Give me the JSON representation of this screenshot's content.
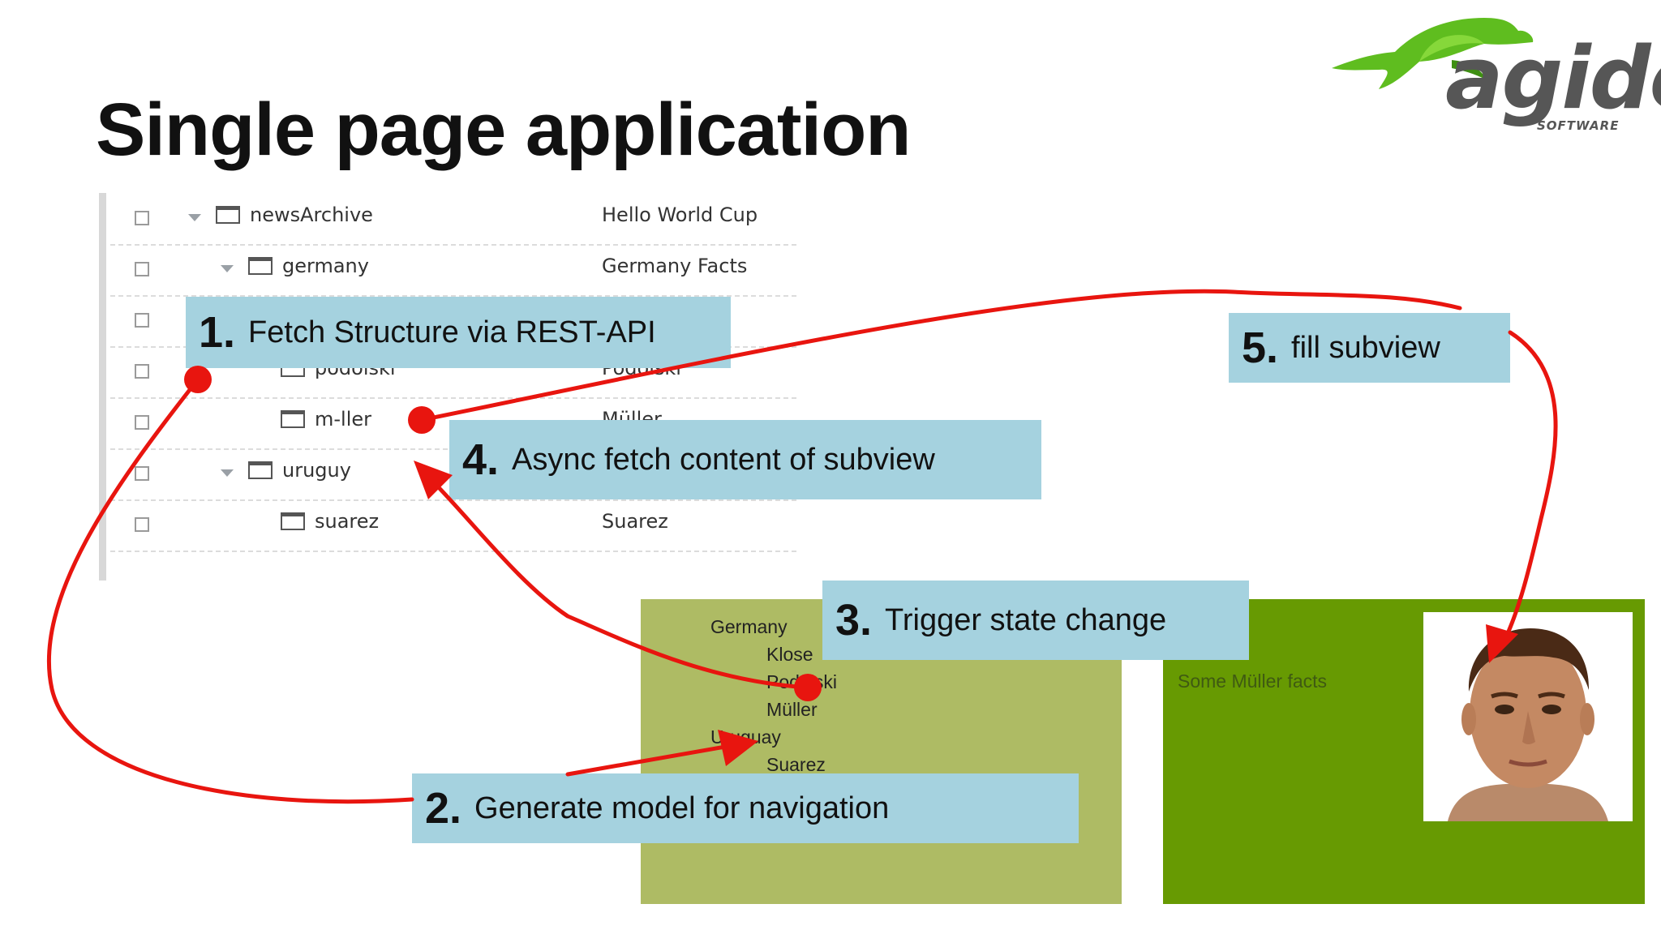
{
  "title": "Single page application",
  "logo": {
    "word": "agido",
    "sub": "SOFTWARE"
  },
  "tree": {
    "rows": [
      {
        "name": "newsArchive",
        "value": "Hello World Cup"
      },
      {
        "name": "germany",
        "value": "Germany Facts"
      },
      {
        "name": "",
        "value": ""
      },
      {
        "name": "podolski",
        "value": "Podolski"
      },
      {
        "name": "m-ller",
        "value": "Müller"
      },
      {
        "name": "uruguy",
        "value": ""
      },
      {
        "name": "suarez",
        "value": "Suarez"
      }
    ]
  },
  "nav": {
    "items": [
      "Germany",
      "Klose",
      "Podolski",
      "Müller",
      "Uruguay",
      "Suarez"
    ]
  },
  "subview": {
    "text": "Some Müller facts"
  },
  "callouts": [
    {
      "num": "1.",
      "text": "Fetch Structure via REST-API"
    },
    {
      "num": "2.",
      "text": "Generate model for navigation"
    },
    {
      "num": "3.",
      "text": "Trigger state change"
    },
    {
      "num": "4.",
      "text": "Async fetch content of subview"
    },
    {
      "num": "5.",
      "text": "fill subview"
    }
  ],
  "colors": {
    "arrow": "#e8150f",
    "callout": "#a5d2df",
    "nav_panel": "#aebb64",
    "subview_panel": "#679a02",
    "logo_green": "#5fbd1f"
  }
}
